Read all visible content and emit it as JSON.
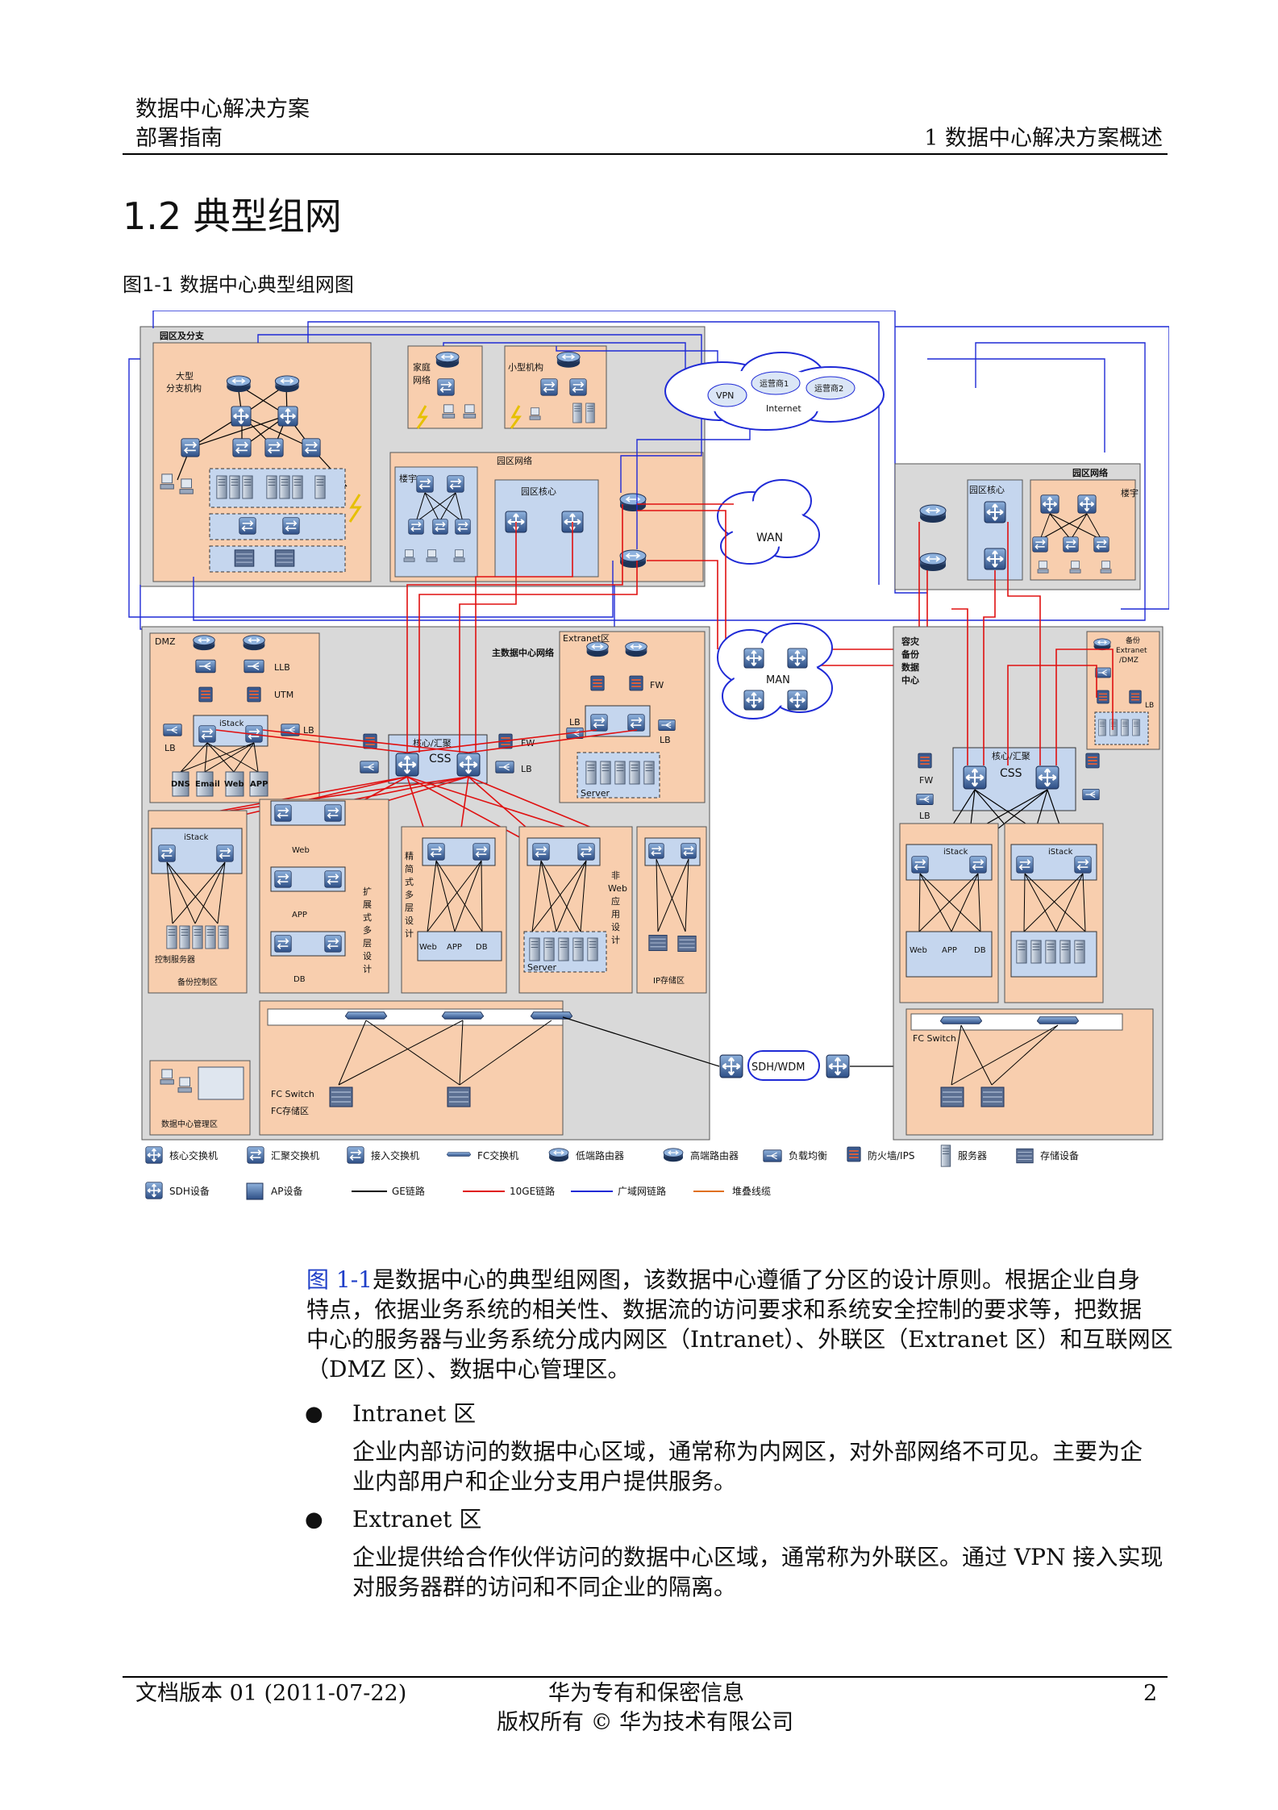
{
  "header": {
    "doc_title": "数据中心解决方案",
    "doc_subtitle": "部署指南",
    "chapter": "1 数据中心解决方案概述"
  },
  "section": {
    "title": "1.2 典型组网"
  },
  "figure": {
    "caption": "图1-1  数据中心典型组网图",
    "zones": {
      "campus_branch": "园区及分支",
      "large_branch_1": "大型",
      "large_branch_2": "分支机构",
      "home_net_1": "家庭",
      "home_net_2": "网络",
      "small_org": "小型机构",
      "campus_net": "园区网络",
      "building": "楼宇",
      "campus_core": "园区核心",
      "vpn": "VPN",
      "isp1": "运营商1",
      "isp2": "运营商2",
      "internet": "Internet",
      "wan": "WAN",
      "man": "MAN",
      "campus_net_right": "园区网络",
      "campus_core_right": "园区核心",
      "building_right": "楼宇",
      "dmz": "DMZ",
      "llb": "LLB",
      "utm": "UTM",
      "lb": "LB",
      "istack": "iStack",
      "main_dc": "主数据中心网络",
      "extranet": "Extranet区",
      "fw": "FW",
      "core_agg": "核心/汇聚",
      "css": "CSS",
      "server": "Server",
      "dns": "DNS",
      "email": "Email",
      "web": "Web",
      "app": "APP",
      "db": "DB",
      "dr_1": "容灾",
      "dr_2": "备份",
      "dr_3": "数据",
      "dr_4": "中心",
      "backup_extranet_1": "备份",
      "backup_extranet_2": "Extranet",
      "backup_extranet_3": "/DMZ",
      "backup_ctrl": "备份控制区",
      "ctrl_server": "控制服务器",
      "scalable_1": "扩",
      "scalable_2": "展",
      "scalable_3": "式",
      "scalable_4": "多",
      "scalable_5": "层",
      "scalable_6": "设",
      "scalable_7": "计",
      "compact_1": "精",
      "compact_2": "简",
      "compact_3": "式",
      "compact_4": "多",
      "compact_5": "层",
      "compact_6": "设",
      "compact_7": "计",
      "nonweb_1": "非",
      "nonweb_2": "Web",
      "nonweb_3": "应",
      "nonweb_4": "用",
      "nonweb_5": "设",
      "nonweb_6": "计",
      "ip_storage": "IP存储区",
      "fc_switch": "FC Switch",
      "fc_storage": "FC存储区",
      "dc_mgmt": "数据中心管理区",
      "sdh_wdm": "SDH/WDM"
    },
    "legend": [
      {
        "icon": "core-switch-icon",
        "label": "核心交换机"
      },
      {
        "icon": "aggregation-switch-icon",
        "label": "汇聚交换机"
      },
      {
        "icon": "access-switch-icon",
        "label": "接入交换机"
      },
      {
        "icon": "fc-switch-icon",
        "label": "FC交换机"
      },
      {
        "icon": "low-end-router-icon",
        "label": "低端路由器"
      },
      {
        "icon": "high-end-router-icon",
        "label": "高端路由器"
      },
      {
        "icon": "load-balancer-icon",
        "label": "负载均衡"
      },
      {
        "icon": "firewall-icon",
        "label": "防火墙/IPS"
      },
      {
        "icon": "server-icon",
        "label": "服务器"
      },
      {
        "icon": "storage-icon",
        "label": "存储设备"
      },
      {
        "icon": "sdh-device-icon",
        "label": "SDH设备"
      },
      {
        "icon": "ap-device-icon",
        "label": "AP设备"
      },
      {
        "icon": "ge-link-icon",
        "label": "GE链路"
      },
      {
        "icon": "10ge-link-icon",
        "label": "10GE链路"
      },
      {
        "icon": "wan-link-icon",
        "label": "广域网链路"
      },
      {
        "icon": "stack-cable-icon",
        "label": "堆叠线缆"
      }
    ],
    "colors": {
      "zone_fill": "#f8ceae",
      "subzone_fill": "#c5d6ee",
      "outer_fill": "#d9d9d9",
      "ge_link": "#000000",
      "tenge_link": "#e01010",
      "wan_link": "#1f2ad6",
      "stack_cable": "#e07020"
    }
  },
  "body": {
    "para1_ref": "图 1-1",
    "para1_l1": "是数据中心的典型组网图，该数据中心遵循了分区的设计原则。根据企业自身",
    "para1_l2": "特点，依据业务系统的相关性、数据流的访问要求和系统安全控制的要求等，把数据",
    "para1_l3": "中心的服务器与业务系统分成内网区（Intranet）、外联区（Extranet 区）和互联网区",
    "para1_l4": "（DMZ 区）、数据中心管理区。",
    "bullet1_title": "Intranet 区",
    "bullet1_l1": "企业内部访问的数据中心区域，通常称为内网区，对外部网络不可见。主要为企",
    "bullet1_l2": "业内部用户和企业分支用户提供服务。",
    "bullet2_title": "Extranet 区",
    "bullet2_l1": "企业提供给合作伙伴访问的数据中心区域，通常称为外联区。通过 VPN 接入实现",
    "bullet2_l2": "对服务器群的访问和不同企业的隔离。"
  },
  "footer": {
    "version": "文档版本 01 (2011-07-22)",
    "confidential": "华为专有和保密信息",
    "copyright": "版权所有 © 华为技术有限公司",
    "page": "2"
  }
}
